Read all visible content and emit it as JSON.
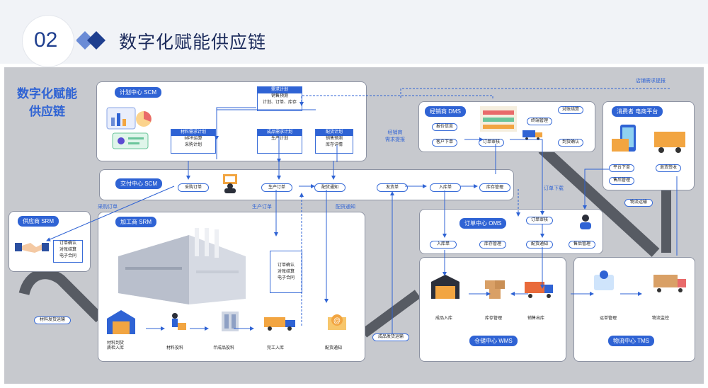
{
  "header": {
    "number": "02",
    "title": "数字化赋能供应链"
  },
  "side_title": [
    "数字化赋能",
    "供应链"
  ],
  "panels": {
    "scm": "计划中心 SCM",
    "delivery": "交付中心 SCM",
    "supplier": "供应商 SRM",
    "process": "加工商 SRM",
    "dms": "经销商 DMS",
    "consumer": "消费者 电商平台",
    "oms": "订单中心 OMS",
    "wms": "仓储中心 WMS",
    "tms": "物流中心 TMS"
  },
  "scm": {
    "demand": {
      "head": "需求计划",
      "body": [
        "销售预测",
        "计划、订单、库存"
      ]
    },
    "mrp": {
      "head": "材料需求计划",
      "body": [
        "MPR运算",
        "采购计划"
      ]
    },
    "finished": {
      "head": "成品需求计划",
      "body": [
        "生产计划"
      ]
    },
    "dist": {
      "head": "配货计划",
      "body": [
        "销售预测",
        "库存详情"
      ]
    }
  },
  "delivery_nodes": {
    "purchase": "采购订单",
    "production": "生产订单",
    "notice": "配货通知",
    "ship": "发货单",
    "inbound": "入库单",
    "stock": "库存管理"
  },
  "supplier_items": [
    "订单确认",
    "对账结算",
    "电子合同"
  ],
  "process_items": [
    "订单确认",
    "对账结算",
    "电子合同"
  ],
  "process_steps": {
    "receive": [
      "材料到货",
      "质检入库"
    ],
    "feed": "材料投料",
    "semi": "半成品投料",
    "finish": "完工入库",
    "notice": "配货通知"
  },
  "dms_nodes": {
    "report": "报价信息",
    "client": "客户下单",
    "review": "订单审核",
    "settle": "对账结算",
    "display": "终端管理",
    "confirm": "到货确认"
  },
  "consumer_nodes": {
    "platform": "平台下单",
    "after": "售后管理",
    "return": "退货签收"
  },
  "oms_nodes": {
    "review": "订单审核",
    "inbound": "入库单",
    "stock": "库存管理",
    "notice": "配货通知",
    "aftersale": "售后管理"
  },
  "wms_nodes": {
    "in": "成品入库",
    "stock": "库存管理",
    "out": "销售出库"
  },
  "tms_nodes": {
    "waybill": "运单管理",
    "monitor": "物流监控"
  },
  "road_labels": {
    "material": "材料发货运输",
    "product": "成品发货运输",
    "logistics": "物流运输"
  },
  "flow_labels": {
    "dealer_report": [
      "经销商",
      "需求提报"
    ],
    "store_report": "店铺需求提报",
    "purchase": "采购订单",
    "production": "生产订单",
    "notice": "配货通知",
    "order_down": "订单下载"
  },
  "colors": {
    "accent": "#2f63d4",
    "navy": "#1b2a5b",
    "stage": "#c7c9ce"
  }
}
